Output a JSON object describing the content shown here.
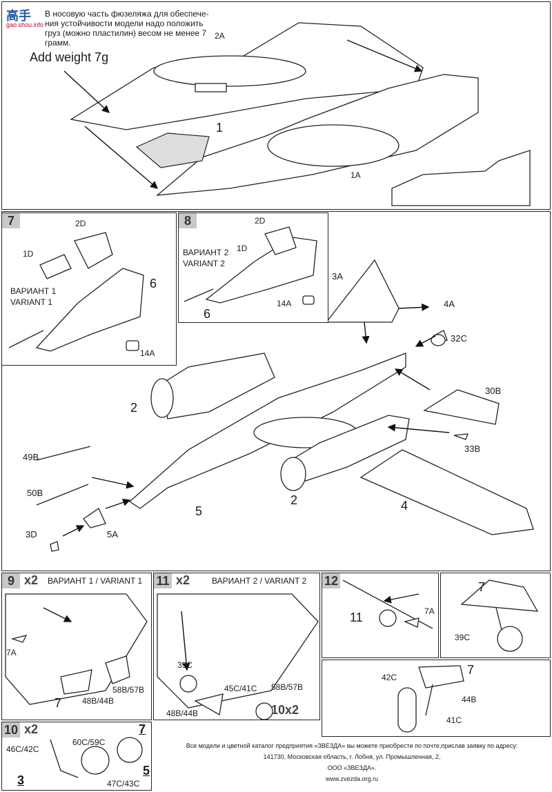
{
  "header": {
    "logo_text": "高手",
    "logo_sub": "gao.shou.info",
    "russian_note_line1": "В носовую часть фюзеляжа для обеспече-",
    "russian_note_line2": "ния устойчивости модели надо положить",
    "russian_note_line3": "груз (можно пластилин) весом не менее 7",
    "russian_note_line4": "грамм.",
    "weight_note": "Add weight 7g"
  },
  "step1": {
    "part_2a": "2A",
    "part_1a": "1A",
    "step_num": "1"
  },
  "step7": {
    "badge": "7",
    "part_2d": "2D",
    "part_1d": "1D",
    "variant_ru": "ВАРИАНТ 1",
    "variant_en": "VARIANT 1",
    "sub_step": "6",
    "part_14a": "14A"
  },
  "step8": {
    "badge": "8",
    "part_2d": "2D",
    "part_1d": "1D",
    "variant_ru": "ВАРИАНТ 2",
    "variant_en": "VARIANT 2",
    "sub_step": "6",
    "part_14a": "14A"
  },
  "main": {
    "p3a": "3A",
    "p4a": "4A",
    "p32c": "32C",
    "p30b": "30B",
    "p33b": "33B",
    "p49b": "49B",
    "p50b": "50B",
    "p3d": "3D",
    "p5a": "5A",
    "s2a": "2",
    "s2b": "2",
    "s4": "4",
    "s5": "5"
  },
  "step9": {
    "badge": "9",
    "mult": "x2",
    "title": "ВАРИАНТ 1 / VARIANT 1",
    "p7a": "7A",
    "p58": "58B/57B",
    "p48": "48B/44B",
    "s7": "7"
  },
  "step11": {
    "badge": "11",
    "mult": "x2",
    "title": "ВАРИАНТ 2 / VARIANT 2",
    "p39c": "39C",
    "p45": "45C/41C",
    "p58": "58B/57B",
    "p48": "48B/44B",
    "mult2": "10x2"
  },
  "step12": {
    "badge": "12",
    "s11": "11",
    "p7a": "7A"
  },
  "step_gear": {
    "s7": "7",
    "p39c": "39C"
  },
  "step_strut": {
    "s7": "7",
    "p42c": "42C",
    "p44b": "44B",
    "p41c": "41C"
  },
  "step10": {
    "badge": "10",
    "mult": "x2",
    "p46": "46C/42C",
    "p60": "60C/59C",
    "s7": "7",
    "s3": "3",
    "s5": "5",
    "p47": "47C/43C"
  },
  "footer": {
    "line1": "Все модели и цветной каталог предприятия «ЗВЕЗДА» вы можете приобрести по почте,прислав заявку по адресу:",
    "line2": "141730, Московская область, г. Лобня, ул. Промышленная, 2,",
    "line3": "ООО «ЗВЕЗДА».",
    "line4": "www.zvezda.org.ru"
  }
}
